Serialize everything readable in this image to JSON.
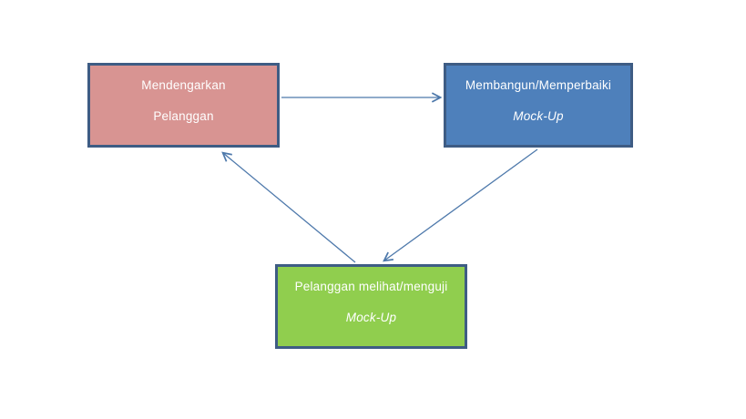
{
  "page": {
    "background": "#ffffff"
  },
  "diagram": {
    "type": "flow",
    "description": "Prototyping cycle diagram (Indonesian)",
    "arrow_color": "#4e79ab",
    "node_border_color": "#3e5c84",
    "nodes": [
      {
        "id": "mendengarkan-pelanggan",
        "line1": "Mendengarkan",
        "line2": "Pelanggan",
        "fill": "#d89492",
        "border": "#3e5c84",
        "text_color": "#ffffff"
      },
      {
        "id": "membangun-memperbaiki-mockup",
        "line1": "Membangun/Memperbaiki",
        "line2": "Mock-Up",
        "fill": "#4e80bb",
        "border": "#3e5c84",
        "text_color": "#ffffff"
      },
      {
        "id": "pelanggan-melihat-menguji-mockup",
        "line1": "Pelanggan melihat/menguji",
        "line2": "Mock-Up",
        "fill": "#90ce4e",
        "border": "#3e5c84",
        "text_color": "#ffffff"
      }
    ],
    "edges": [
      {
        "from": "mendengarkan-pelanggan",
        "to": "membangun-memperbaiki-mockup"
      },
      {
        "from": "membangun-memperbaiki-mockup",
        "to": "pelanggan-melihat-menguji-mockup"
      },
      {
        "from": "pelanggan-melihat-menguji-mockup",
        "to": "mendengarkan-pelanggan"
      }
    ]
  }
}
